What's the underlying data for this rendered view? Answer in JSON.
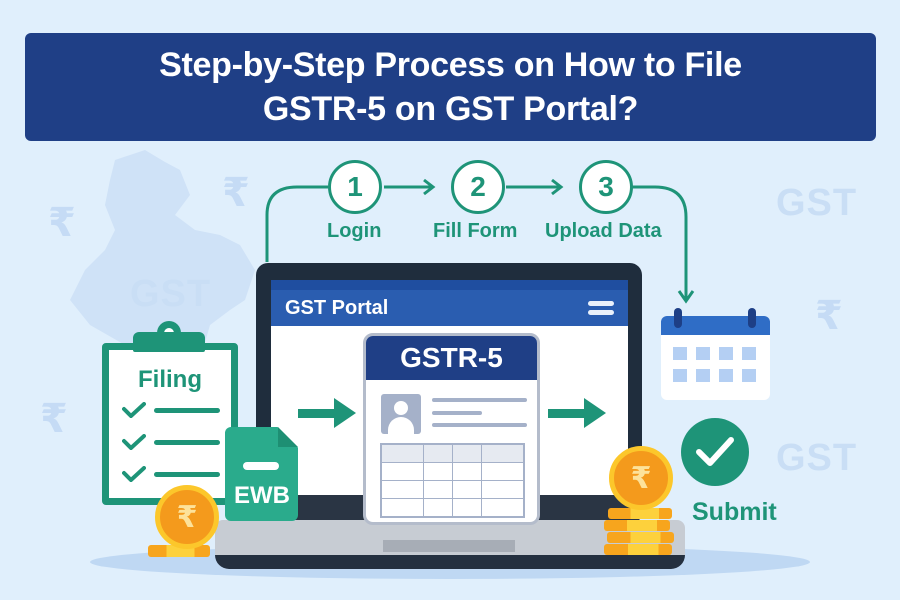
{
  "title": {
    "line1": "Step-by-Step Process on How to File",
    "line2": "GSTR-5 on GST Portal?"
  },
  "colors": {
    "background": "#e0effc",
    "banner": "#1f3f86",
    "accent_green": "#1e9478",
    "portal_blue": "#2a5db0",
    "coin_orange": "#f49a1c",
    "coin_gold": "#fcc72b"
  },
  "steps": [
    {
      "number": "1",
      "label": "Login"
    },
    {
      "number": "2",
      "label": "Fill Form"
    },
    {
      "number": "3",
      "label": "Upload Data"
    }
  ],
  "laptop": {
    "portal_title": "GST Portal",
    "menu_icon": "hamburger-menu-icon",
    "form_title": "GSTR-5"
  },
  "clipboard": {
    "label": "Filing",
    "items": 3
  },
  "ewb_doc": {
    "label": "EWB"
  },
  "submit": {
    "label": "Submit",
    "icon": "check-icon"
  },
  "background": {
    "watermark_text": "GST",
    "currency_symbol": "₹"
  },
  "coins": {
    "symbol": "₹"
  }
}
